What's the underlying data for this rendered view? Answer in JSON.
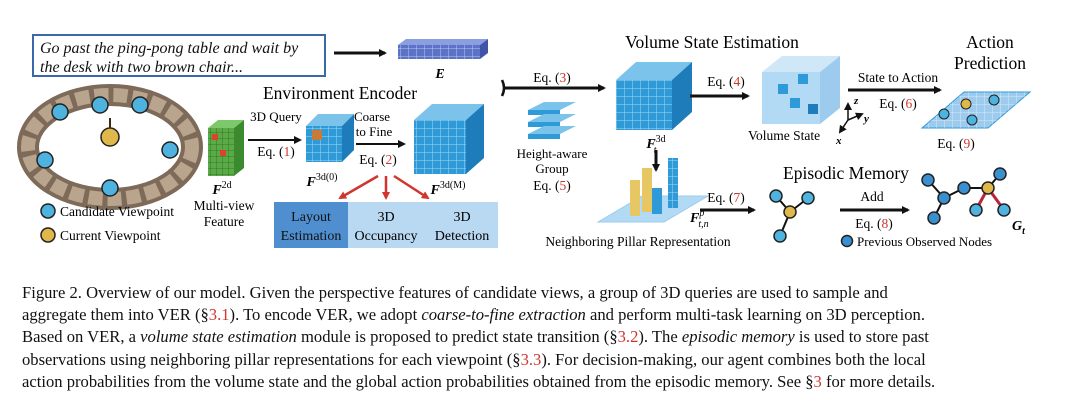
{
  "instruction_text": "Go past the ping-pong table and wait by the desk with two brown chair...",
  "labels": {
    "E": "E",
    "environment_encoder": "Environment Encoder",
    "query_3d": "3D Query",
    "eq1": "Eq. (",
    "eq1_num": "1",
    "coarse_to_fine_1": "Coarse",
    "coarse_to_fine_2": "to Fine",
    "eq2": "Eq. (",
    "eq2_num": "2",
    "f2d": "F",
    "f2d_sup": "2d",
    "multi_view_1": "Multi-view",
    "multi_view_2": "Feature",
    "f3d0": "F",
    "f3d0_sup": "3d(0)",
    "f3dM": "F",
    "f3dM_sup": "3d(M)",
    "task_layout_1": "Layout",
    "task_layout_2": "Estimation",
    "task_occ_1": "3D",
    "task_occ_2": "Occupancy",
    "task_det_1": "3D",
    "task_det_2": "Detection",
    "legend_candidate": "Candidate Viewpoint",
    "legend_current": "Current Viewpoint",
    "eq3": "Eq. (",
    "eq3_num": "3",
    "height_aware_1": "Height-aware",
    "height_aware_2": "Group",
    "eq5": "Eq. (",
    "eq5_num": "5",
    "volume_state_estimation": "Volume State Estimation",
    "ft3d": "F",
    "ft3d_sup": "3d",
    "ft3d_sub": "t",
    "eq4": "Eq. (",
    "eq4_num": "4",
    "volume_state": "Volume State",
    "axis_z": "z",
    "axis_y": "y",
    "axis_x": "x",
    "state_to_action": "State to Action",
    "eq6": "Eq. (",
    "eq6_num": "6",
    "action_prediction_1": "Action",
    "action_prediction_2": "Prediction",
    "eq9": "Eq. (",
    "eq9_num": "9",
    "episodic_memory": "Episodic Memory",
    "eq7": "Eq. (",
    "eq7_num": "7",
    "fp": "F",
    "fp_sup": "p",
    "fp_sub": "t,n",
    "neighboring_pillar": "Neighboring Pillar Representation",
    "add": "Add",
    "eq8": "Eq. (",
    "eq8_num": "8",
    "gt": "G",
    "gt_sub": "t",
    "previous_observed": "Previous Observed Nodes"
  },
  "caption": {
    "l1": "Figure 2.  Overview of our model.  Given the perspective features of candidate views, a group of 3D queries are used to sample and",
    "l2a": "aggregate them into VER (§",
    "l2ref": "3.1",
    "l2b": ").  To encode VER, we adopt ",
    "l2em": "coarse-to-fine extraction",
    "l2c": " and perform multi-task learning on 3D perception.",
    "l3a": "Based on VER, a ",
    "l3em": "volume state estimation",
    "l3b": " module is proposed to predict state transition (§",
    "l3ref": "3.2",
    "l3c": "). The ",
    "l3em2": "episodic memory",
    "l3d": " is used to store past",
    "l4a": "observations using neighboring pillar representations for each viewpoint (§",
    "l4ref": "3.3",
    "l4b": "). For decision-making, our agent combines both the local",
    "l5a": "action probabilities from the volume state and the global action probabilities obtained from the episodic memory. See §",
    "l5ref": "3",
    "l5b": " for more details."
  },
  "colors": {
    "cube_blue": "#2e9ad8",
    "arrow_red": "#d0352e",
    "task_box": "#9cc7ec",
    "instruction_border": "#3a68a8",
    "candidate_node": "#4fb3e0",
    "current_node": "#e0b84a",
    "graph_node": "#3a8fcf",
    "graph_edge_new": "#b8243a"
  }
}
